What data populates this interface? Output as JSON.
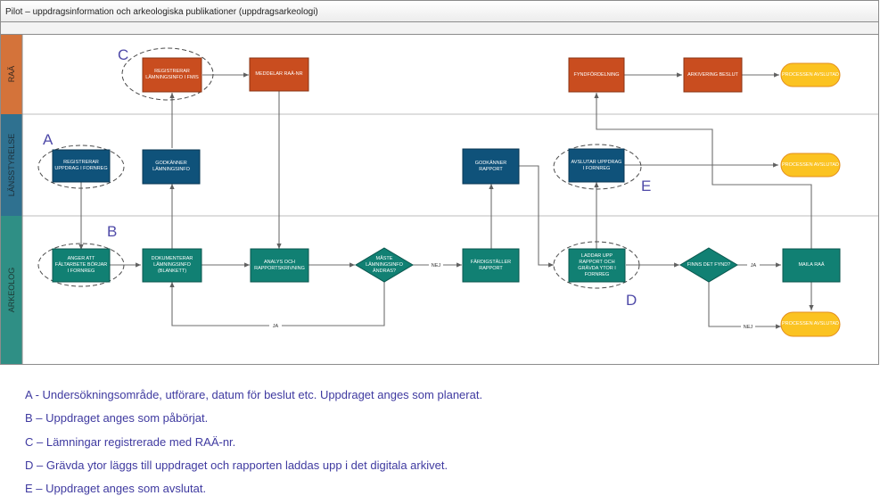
{
  "title": "Pilot – uppdragsinformation och arkeologiska publikationer (uppdragsarkeologi)",
  "lanes": [
    {
      "id": "raa",
      "label": "RAÄ"
    },
    {
      "id": "lan",
      "label": "Länsstyrelse"
    },
    {
      "id": "ark",
      "label": "Arkeolog"
    }
  ],
  "colors": {
    "raa_lane": "#d4733a",
    "lan_lane": "#2f7190",
    "ark_lane": "#2f8f85",
    "raa_box": "#c94d1f",
    "lan_box": "#0f527a",
    "ark_box": "#118073",
    "end_fill": "#fbc321",
    "end_stroke": "#e38d1d",
    "legend_text": "#3f3aa0",
    "marker_text": "#4f4aa8"
  },
  "nodes": {
    "registrerar": "Registrerar lämningsinfo i FMIS",
    "meddelar": "Meddelar RAÄ-nr",
    "fyndfordelning": "Fyndfördelning",
    "arkivering": "Arkivering beslut",
    "end1": "Processen avslutad",
    "registrerar_uppdrag": "Registrerar uppdrag i Fornreg",
    "godkanner_lamning": "Godkänner lämningsinfo",
    "godkanner_rapport": "Godkänner rapport",
    "avslutar_uppdrag": "Avslutar uppdrag i Fornreg",
    "end2": "Processen avslutad",
    "anger_att": "Anger att fältarbete börjar i Fornreg",
    "dokumenterar": "Dokumenterar lämningsinfo (blankett)",
    "analys": "Analys och rapportskrivning",
    "maste": "Måste lämningsinfo ändras?",
    "fardigstaller": "Färdigställer rapport",
    "laddar": "Laddar upp rapport och Grävda ytor i Fornreg",
    "finns": "Finns det fynd?",
    "maila": "Maila RAÄ",
    "end3": "Processen avslutad"
  },
  "edge_labels": {
    "nej1": "NEJ",
    "ja1": "JA",
    "ja2": "JA",
    "nej2": "NEJ"
  },
  "markers": {
    "a": "A",
    "b": "B",
    "c": "C",
    "d": "D",
    "e": "E"
  },
  "legend": [
    "A - Undersökningsområde, utförare, datum för beslut etc. Uppdraget anges som planerat.",
    "B – Uppdraget anges som påbörjat.",
    "C – Lämningar registrerade med RAÄ-nr.",
    "D – Grävda ytor läggs till uppdraget och rapporten laddas upp i det digitala arkivet.",
    "E – Uppdraget anges som avslutat."
  ]
}
